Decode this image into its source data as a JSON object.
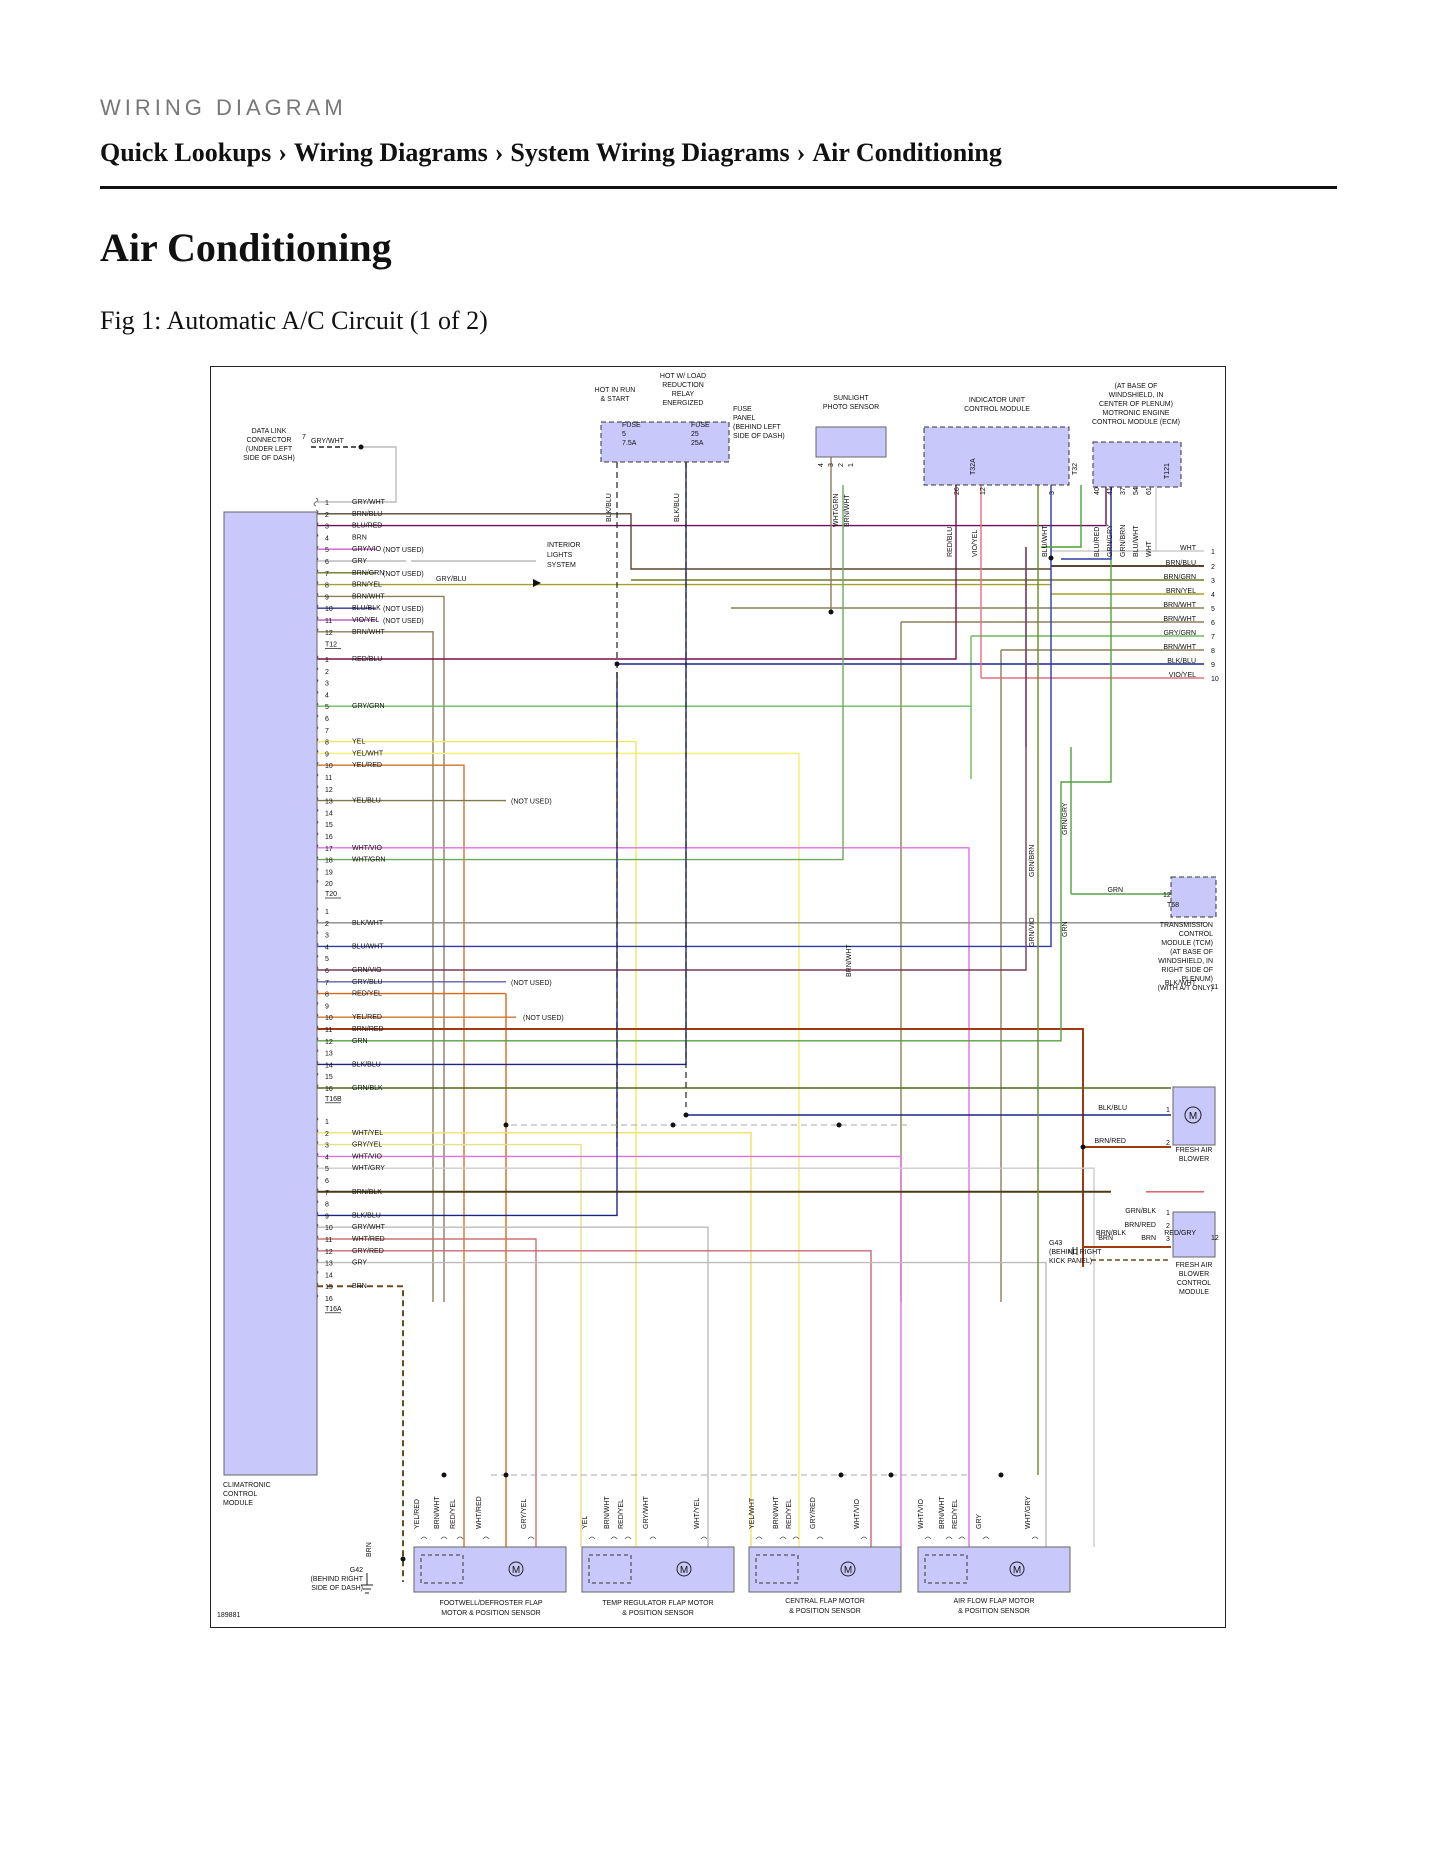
{
  "header": {
    "kicker": "WIRING DIAGRAM",
    "breadcrumb": [
      "Quick Lookups",
      "Wiring Diagrams",
      "System Wiring Diagrams",
      "Air Conditioning"
    ],
    "separator": "›"
  },
  "page": {
    "title": "Air Conditioning",
    "figure_caption": "Fig 1: Automatic A/C Circuit (1 of 2)"
  },
  "diagram": {
    "figure_id": "189881",
    "not_used": "(NOT USED)",
    "modules": {
      "climatronic": [
        "CLIMATRONIC",
        "CONTROL",
        "MODULE"
      ],
      "data_link": [
        "DATA LINK",
        "CONNECTOR",
        "(UNDER LEFT",
        "SIDE OF DASH)"
      ],
      "hot_run": [
        "HOT IN RUN",
        "& START"
      ],
      "hot_load": [
        "HOT W/ LOAD",
        "REDUCTION",
        "RELAY",
        "ENERGIZED"
      ],
      "fuse_panel": [
        "FUSE",
        "PANEL",
        "(BEHIND LEFT",
        "SIDE OF DASH)"
      ],
      "fuse_a": [
        "FUSE",
        "5",
        "7.5A"
      ],
      "fuse_b": [
        "FUSE",
        "25",
        "25A"
      ],
      "sunlight": [
        "SUNLIGHT",
        "PHOTO SENSOR"
      ],
      "indicator": [
        "INDICATOR UNIT",
        "CONTROL MODULE"
      ],
      "ecm": [
        "(AT BASE OF",
        "WINDSHIELD, IN",
        "CENTER OF PLENUM)",
        "MOTRONIC ENGINE",
        "CONTROL MODULE (ECM)"
      ],
      "interior_lights": [
        "INTERIOR",
        "LIGHTS",
        "SYSTEM"
      ],
      "tcm": [
        "TRANSMISSION",
        "CONTROL",
        "MODULE (TCM)",
        "(AT BASE OF",
        "WINDSHIELD, IN",
        "RIGHT SIDE OF",
        "PLENUM)",
        "(WITH A/T ONLY)"
      ],
      "fresh_air_blower": [
        "FRESH AIR",
        "BLOWER"
      ],
      "fresh_air_blower_cm": [
        "FRESH AIR",
        "BLOWER",
        "CONTROL",
        "MODULE"
      ],
      "g43": [
        "G43",
        "(BEHIND RIGHT",
        "KICK PANEL)"
      ],
      "g42": [
        "G42",
        "(BEHIND RIGHT",
        "SIDE OF DASH)"
      ],
      "footwell": [
        "FOOTWELL/DEFROSTER FLAP",
        "MOTOR & POSITION SENSOR"
      ],
      "temp_reg": [
        "TEMP REGULATOR FLAP MOTOR",
        "& POSITION SENSOR"
      ],
      "central": [
        "CENTRAL FLAP MOTOR",
        "& POSITION SENSOR"
      ],
      "airflow": [
        "AIR FLOW FLAP MOTOR",
        "& POSITION SENSOR"
      ]
    },
    "connectors": {
      "t12": "T12",
      "t20": "T20",
      "t16b": "T16B",
      "t16a": "T16A",
      "t32a": "T32A",
      "t32": "T32",
      "t121": "T121",
      "t68": "T68"
    },
    "pin_labels": {
      "dlc_pin": "7",
      "sun": [
        "4",
        "3",
        "2",
        "1"
      ],
      "ind": [
        "26",
        "12",
        "3"
      ],
      "ecm": [
        "40",
        "41",
        "37",
        "54",
        "61"
      ],
      "tcm": "12"
    },
    "climatronic_pins": {
      "g1": [
        {
          "pin": "1",
          "wire": "GRY/WHT"
        },
        {
          "pin": "2",
          "wire": "BRN/BLU"
        },
        {
          "pin": "3",
          "wire": "BLU/RED"
        },
        {
          "pin": "4",
          "wire": "BRN"
        },
        {
          "pin": "5",
          "wire": "GRY/VIO"
        },
        {
          "pin": "6",
          "wire": "GRY"
        },
        {
          "pin": "7",
          "wire": "BRN/GRN"
        },
        {
          "pin": "8",
          "wire": "BRN/YEL"
        },
        {
          "pin": "9",
          "wire": "BRN/WHT"
        },
        {
          "pin": "10",
          "wire": "BLU/BLK"
        },
        {
          "pin": "11",
          "wire": "VIO/YEL"
        },
        {
          "pin": "12",
          "wire": "BRN/WHT"
        }
      ],
      "g2": [
        {
          "pin": "1",
          "wire": "RED/BLU"
        },
        {
          "pin": "2",
          "wire": ""
        },
        {
          "pin": "3",
          "wire": ""
        },
        {
          "pin": "4",
          "wire": ""
        },
        {
          "pin": "5",
          "wire": "GRY/GRN"
        },
        {
          "pin": "6",
          "wire": ""
        },
        {
          "pin": "7",
          "wire": ""
        },
        {
          "pin": "8",
          "wire": "YEL"
        },
        {
          "pin": "9",
          "wire": "YEL/WHT"
        },
        {
          "pin": "10",
          "wire": "YEL/RED"
        },
        {
          "pin": "11",
          "wire": ""
        },
        {
          "pin": "12",
          "wire": ""
        },
        {
          "pin": "13",
          "wire": "YEL/BLU"
        },
        {
          "pin": "14",
          "wire": ""
        },
        {
          "pin": "15",
          "wire": ""
        },
        {
          "pin": "16",
          "wire": ""
        },
        {
          "pin": "17",
          "wire": "WHT/VIO"
        },
        {
          "pin": "18",
          "wire": "WHT/GRN"
        },
        {
          "pin": "19",
          "wire": ""
        },
        {
          "pin": "20",
          "wire": ""
        }
      ],
      "g3": [
        {
          "pin": "1",
          "wire": ""
        },
        {
          "pin": "2",
          "wire": "BLK/WHT"
        },
        {
          "pin": "3",
          "wire": ""
        },
        {
          "pin": "4",
          "wire": "BLU/WHT"
        },
        {
          "pin": "5",
          "wire": ""
        },
        {
          "pin": "6",
          "wire": "GRN/VIO"
        },
        {
          "pin": "7",
          "wire": "GRY/BLU"
        },
        {
          "pin": "8",
          "wire": "RED/YEL"
        },
        {
          "pin": "9",
          "wire": ""
        },
        {
          "pin": "10",
          "wire": "YEL/RED"
        },
        {
          "pin": "11",
          "wire": "BRN/RED"
        },
        {
          "pin": "12",
          "wire": "GRN"
        },
        {
          "pin": "13",
          "wire": ""
        },
        {
          "pin": "14",
          "wire": "BLK/BLU"
        },
        {
          "pin": "15",
          "wire": ""
        },
        {
          "pin": "16",
          "wire": "GRN/BLK"
        }
      ],
      "g4": [
        {
          "pin": "1",
          "wire": ""
        },
        {
          "pin": "2",
          "wire": "WHT/YEL"
        },
        {
          "pin": "3",
          "wire": "GRY/YEL"
        },
        {
          "pin": "4",
          "wire": "WHT/VIO"
        },
        {
          "pin": "5",
          "wire": "WHT/GRY"
        },
        {
          "pin": "6",
          "wire": ""
        },
        {
          "pin": "7",
          "wire": "BRN/BLK"
        },
        {
          "pin": "8",
          "wire": ""
        },
        {
          "pin": "9",
          "wire": "BLK/BLU"
        },
        {
          "pin": "10",
          "wire": "GRY/WHT"
        },
        {
          "pin": "11",
          "wire": "WHT/RED"
        },
        {
          "pin": "12",
          "wire": "GRY/RED"
        },
        {
          "pin": "13",
          "wire": "GRY"
        },
        {
          "pin": "14",
          "wire": ""
        },
        {
          "pin": "15",
          "wire": "BRN"
        },
        {
          "pin": "16",
          "wire": ""
        }
      ]
    },
    "right_wires": [
      {
        "label": "WHT",
        "num": "1"
      },
      {
        "label": "BRN/BLU",
        "num": "2"
      },
      {
        "label": "BRN/GRN",
        "num": "3"
      },
      {
        "label": "BRN/YEL",
        "num": "4"
      },
      {
        "label": "BRN/WHT",
        "num": "5"
      },
      {
        "label": "BRN/WHT",
        "num": "6"
      },
      {
        "label": "GRY/GRN",
        "num": "7"
      },
      {
        "label": "BRN/WHT",
        "num": "8"
      },
      {
        "label": "BLK/BLU",
        "num": "9"
      },
      {
        "label": "VIO/YEL",
        "num": "10"
      }
    ],
    "right_misc": {
      "blkwht": "BLK/WHT",
      "n11": "11",
      "brnblk": "BRN/BLK",
      "redgry": "RED/GRY",
      "n12": "12",
      "blkblu": "BLK/BLU",
      "brnred": "BRN/RED",
      "grnblk": "GRN/BLK",
      "brn": "BRN",
      "grn": "GRN",
      "p1": "1",
      "p2": "2",
      "p3": "3"
    },
    "misc_wires": {
      "dlc": "GRY/WHT",
      "int": "GRY/BLU",
      "g42": "BRN",
      "fuse_a": "BLK/BLU",
      "fuse_b": "BLK/BLU",
      "sun1": "WHT/GRN",
      "sun2": "BRN/WHT",
      "ind1": "RED/BLU",
      "ind2": "VIO/YEL",
      "ind3": "BLU/WHT",
      "ecm1": "BLU/RED",
      "ecm2": "GRN/GRY",
      "ecm3": "GRN/BRN",
      "ecm4": "BLU/WHT",
      "ecm5": "WHT",
      "mid_grnbrn": "GRN/BRN",
      "mid_grngry": "GRN/GRY",
      "mid_grnvio": "GRN/VIO",
      "mid_grn": "GRN",
      "mid_brnwht": "BRN/WHT"
    },
    "motor_wires": [
      [
        "YEL/RED",
        "BRN/WHT",
        "RED/YEL",
        "WHT/RED",
        "GRY/YEL"
      ],
      [
        "YEL",
        "BRN/WHT",
        "RED/YEL",
        "GRY/WHT",
        "WHT/YEL"
      ],
      [
        "YEL/WHT",
        "BRN/WHT",
        "RED/YEL",
        "GRY/RED",
        "WHT/VIO"
      ],
      [
        "WHT/VIO",
        "BRN/WHT",
        "RED/YEL",
        "GRY",
        "WHT/GRY"
      ]
    ],
    "motor_symbol": "M"
  }
}
